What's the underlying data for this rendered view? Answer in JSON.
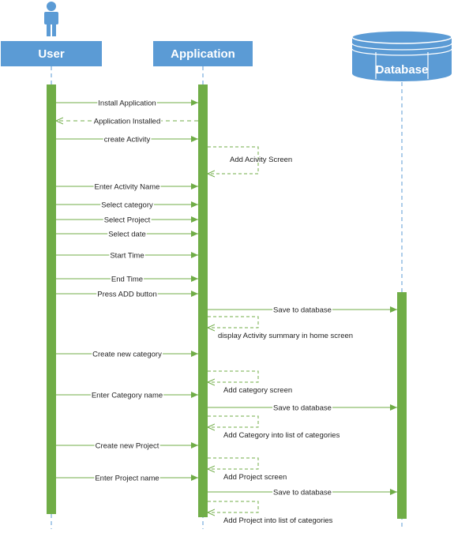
{
  "colors": {
    "lane_blue": "#5b9bd5",
    "message_green": "#70ad47",
    "text": "#1f1f1f",
    "lifeline_dash": "#5b9bd5"
  },
  "participants": {
    "user": {
      "label": "User",
      "icon": "actor-icon"
    },
    "application": {
      "label": "Application"
    },
    "database": {
      "label": "Database",
      "icon": "database-cylinder-icon"
    }
  },
  "messages": [
    {
      "label": "Install Application",
      "from": "user",
      "to": "application",
      "kind": "sync"
    },
    {
      "label": "Application Installed",
      "from": "application",
      "to": "user",
      "kind": "return"
    },
    {
      "label": "create Activity",
      "from": "user",
      "to": "application",
      "kind": "sync"
    },
    {
      "label": "Add Acivity Screen",
      "from": "application",
      "to": "application",
      "kind": "self"
    },
    {
      "label": "Enter Activity Name",
      "from": "user",
      "to": "application",
      "kind": "sync"
    },
    {
      "label": "Select category",
      "from": "user",
      "to": "application",
      "kind": "sync"
    },
    {
      "label": "Select Project",
      "from": "user",
      "to": "application",
      "kind": "sync"
    },
    {
      "label": "Select date",
      "from": "user",
      "to": "application",
      "kind": "sync"
    },
    {
      "label": "Start Time",
      "from": "user",
      "to": "application",
      "kind": "sync"
    },
    {
      "label": "End Time",
      "from": "user",
      "to": "application",
      "kind": "sync"
    },
    {
      "label": "Press ADD button",
      "from": "user",
      "to": "application",
      "kind": "sync"
    },
    {
      "label": "Save to database",
      "from": "application",
      "to": "database",
      "kind": "sync"
    },
    {
      "label": "display Activity summary in home screen",
      "from": "application",
      "to": "application",
      "kind": "self"
    },
    {
      "label": "Create new category",
      "from": "user",
      "to": "application",
      "kind": "sync"
    },
    {
      "label": "Add category screen",
      "from": "application",
      "to": "application",
      "kind": "self"
    },
    {
      "label": "Enter Category name",
      "from": "user",
      "to": "application",
      "kind": "sync"
    },
    {
      "label": "Save to database",
      "from": "application",
      "to": "database",
      "kind": "sync"
    },
    {
      "label": "Add Category into list of categories",
      "from": "application",
      "to": "application",
      "kind": "self"
    },
    {
      "label": "Create new Project",
      "from": "user",
      "to": "application",
      "kind": "sync"
    },
    {
      "label": "Add Project screen",
      "from": "application",
      "to": "application",
      "kind": "self"
    },
    {
      "label": "Enter Project name",
      "from": "user",
      "to": "application",
      "kind": "sync"
    },
    {
      "label": "Save to database",
      "from": "application",
      "to": "database",
      "kind": "sync"
    },
    {
      "label": "Add Project into list of categories",
      "from": "application",
      "to": "application",
      "kind": "self"
    }
  ]
}
